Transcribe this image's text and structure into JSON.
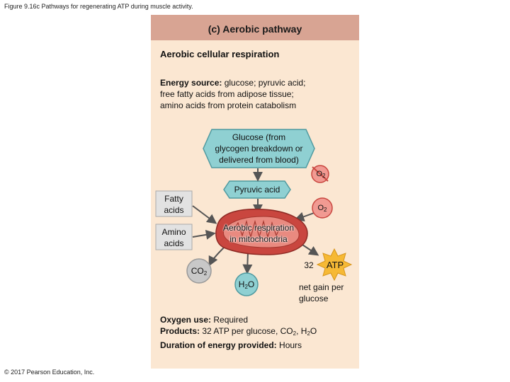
{
  "figure": {
    "caption": "Figure 9.16c Pathways for regenerating ATP during muscle activity.",
    "copyright": "© 2017 Pearson Education, Inc."
  },
  "panel": {
    "header": "(c) Aerobic pathway",
    "subtitle": "Aerobic cellular respiration",
    "energy_label": "Energy source:",
    "energy_line1": " glucose; pyruvic acid;",
    "energy_line2": "free fatty acids from adipose tissue;",
    "energy_line3": "amino acids from protein catabolism"
  },
  "diagram": {
    "glucose_line1": "Glucose (from",
    "glucose_line2": "glycogen breakdown or",
    "glucose_line3": "delivered from blood)",
    "pyruvic": "Pyruvic acid",
    "fatty_line1": "Fatty",
    "fatty_line2": "acids",
    "amino_line1": "Amino",
    "amino_line2": "acids",
    "o2_base": "O",
    "o2_sub": "2",
    "mito_line1": "Aerobic respiration",
    "mito_line2": "in mitochondria",
    "co2_base": "CO",
    "co2_sub": "2",
    "h2o_h": "H",
    "h2o_sub": "2",
    "h2o_o": "O",
    "atp_count": "32",
    "atp_label": "ATP",
    "netgain_line1": "net gain per",
    "netgain_line2": "glucose"
  },
  "summary": {
    "oxygen_label": "Oxygen use:",
    "oxygen_value": " Required",
    "products_label": "Products:",
    "products_text": " 32 ATP per glucose, CO",
    "products_sub1": "2",
    "products_sep": ", H",
    "products_sub2": "2",
    "products_end": "O",
    "duration_label": "Duration of energy provided:",
    "duration_value": " Hours"
  },
  "colors": {
    "panel_bg": "#fbe7d2",
    "header_bg": "#d8a493",
    "node_fill": "#8fd0d2",
    "node_stroke": "#4f9aa0",
    "mitochondria": "#c9463f",
    "o2_fill": "#f19a92",
    "o2_stroke": "#c9463f",
    "co2_fill": "#c8c8c8",
    "h2o_fill": "#8fd0d2",
    "atp_burst": "#f6b935"
  }
}
